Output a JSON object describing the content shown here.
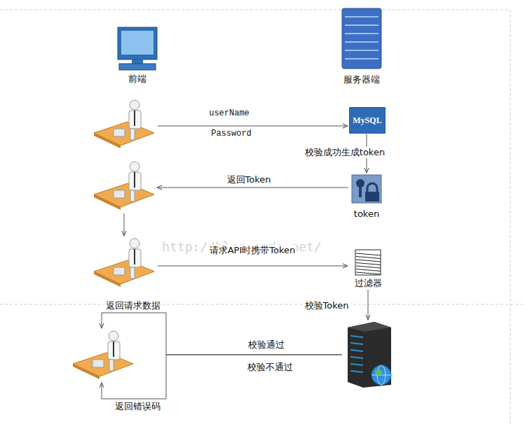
{
  "diagram": {
    "nodes": [
      {
        "text": [
          "前端"
        ]
      },
      {
        "text": [
          "服务器端"
        ]
      },
      {
        "text": []
      },
      {
        "text": [
          "MySQL"
        ]
      },
      {
        "text": []
      },
      {
        "text": [
          "token"
        ]
      },
      {
        "text": []
      },
      {
        "text": [
          "过滤器"
        ]
      },
      {
        "text": []
      },
      {
        "text": []
      }
    ],
    "edges": [
      {
        "from": 2,
        "to": 3,
        "arrow": "to",
        "label": "userName"
      },
      {
        "from": 3,
        "to": 5,
        "arrow": "to",
        "label": "校验成功生成token"
      },
      {
        "from": 5,
        "to": 4,
        "arrow": "to",
        "label": "返回Token"
      },
      {
        "from": 4,
        "to": 6,
        "arrow": "to"
      },
      {
        "from": 6,
        "to": 7,
        "arrow": "to",
        "label": "请求API时携带Token"
      },
      {
        "from": 7,
        "to": 9,
        "arrow": "to",
        "label": "校验Token"
      },
      {
        "from": 9,
        "to": 8,
        "arrow": "to",
        "label": "校验通过"
      },
      {
        "from": 9,
        "to": 8,
        "arrow": "to",
        "label": "校验不通过"
      }
    ],
    "labels": [
      "Password",
      "返回请求数据",
      "返回错误码",
      "http://blog.csdn.net/"
    ]
  }
}
